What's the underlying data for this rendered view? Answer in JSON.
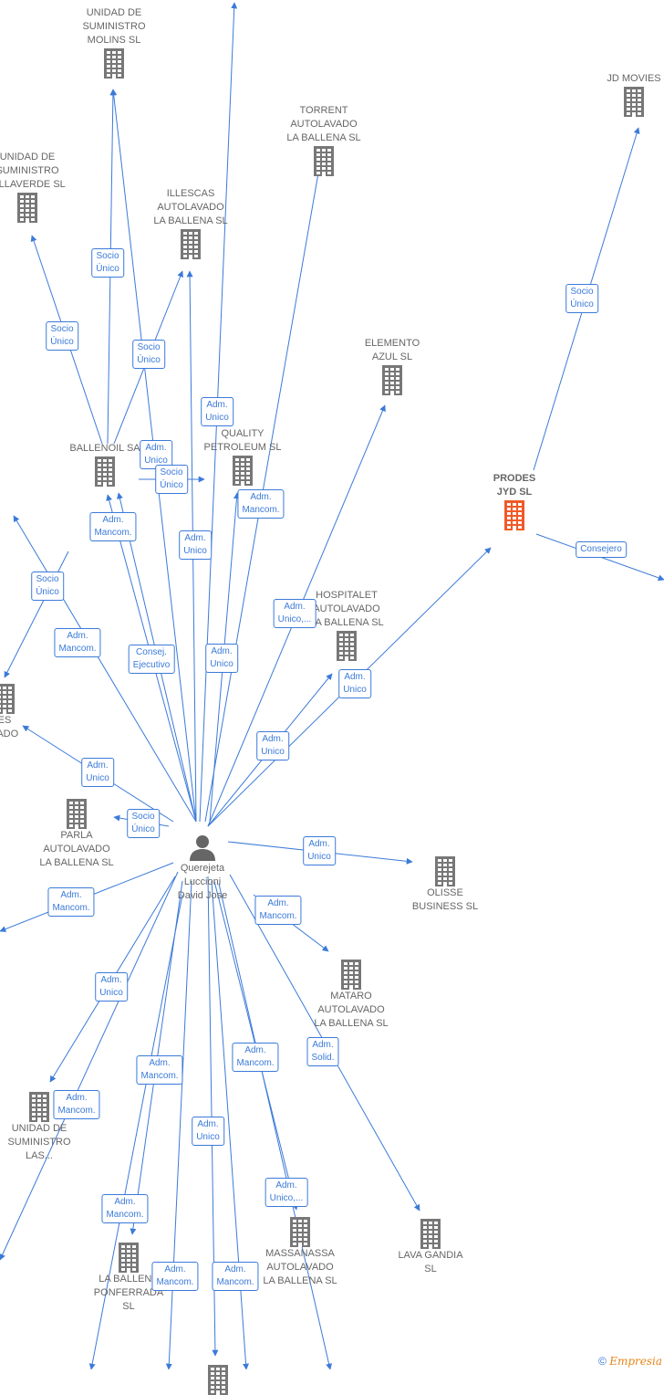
{
  "colors": {
    "edge": "#3b7ad9",
    "building": "#777777",
    "highlight": "#f05a28",
    "person": "#666666",
    "text": "#666666"
  },
  "center": {
    "name": "Querejeta\nLuccioni\nDavid Jose",
    "icon": "person-icon"
  },
  "companies": [
    {
      "id": "molins",
      "name": "UNIDAD DE\nSUMINISTRO\nMOLINS SL"
    },
    {
      "id": "villaverde",
      "name": "UNIDAD DE\nSUMINISTRO\nVILLAVERDE SL"
    },
    {
      "id": "torrent",
      "name": "TORRENT\nAUTOLAVADO\nLA BALLENA SL"
    },
    {
      "id": "illescas",
      "name": "ILLESCAS\nAUTOLAVADO\nLA BALLENA SL"
    },
    {
      "id": "jdmovies",
      "name": "JD MOVIES"
    },
    {
      "id": "elemento",
      "name": "ELEMENTO\nAZUL SL"
    },
    {
      "id": "ballenoil",
      "name": "BALLENOIL SA"
    },
    {
      "id": "quality",
      "name": "QUALITY\nPETROLEUM SL"
    },
    {
      "id": "prodes",
      "name": "PRODES\nJYD SL",
      "highlight": true
    },
    {
      "id": "hospitalet",
      "name": "HOSPITALET\nAUTOLAVADO\nLA BALLENA SL"
    },
    {
      "id": "leftcut",
      "name": "ES\nVADO"
    },
    {
      "id": "parla",
      "name": "PARLA\nAUTOLAVADO\nLA BALLENA SL"
    },
    {
      "id": "olisse",
      "name": "OLISSE\nBUSINESS SL"
    },
    {
      "id": "mataro",
      "name": "MATARO\nAUTOLAVADO\nLA BALLENA SL"
    },
    {
      "id": "las",
      "name": "UNIDAD DE\nSUMINISTRO\nLAS..."
    },
    {
      "id": "massanassa",
      "name": "MASSANASSA\nAUTOLAVADO\nLA BALLENA SL"
    },
    {
      "id": "lavagandia",
      "name": "LAVA GANDIA\nSL"
    },
    {
      "id": "ponferrada",
      "name": "LA BALLENA\nPONFERRADA\nSL"
    },
    {
      "id": "bottomcut",
      "name": ""
    }
  ],
  "edge_labels": [
    "Socio\nÚnico",
    "Socio\nÚnico",
    "Socio\nÚnico",
    "Adm.\nUnico",
    "Adm.\nUnico",
    "Socio\nÚnico",
    "Adm.\nMancom.",
    "Adm.\nMancom.",
    "Adm.\nUnico",
    "Socio\nÚnico",
    "Socio\nÚnico",
    "Consejero",
    "Adm.\nMancom.",
    "Consej.\nEjecutivo",
    "Adm.\nUnico",
    "Adm.\nUnico,...",
    "Adm.\nUnico",
    "Adm.\nUnico",
    "Adm.\nUnico",
    "Socio\nÚnico",
    "Adm.\nUnico",
    "Adm.\nMancom.",
    "Adm.\nMancom.",
    "Adm.\nUnico",
    "Adm.\nMancom.",
    "Adm.\nMancom.",
    "Adm.\nUnico",
    "Adm.\nMancom.",
    "Adm.\nSolid.",
    "Adm.\nUnico,...",
    "Adm.\nMancom.",
    "Adm.\nMancom.",
    "Adm.\nMancom."
  ],
  "watermark": {
    "copyright": "©",
    "brand": "Empresia"
  }
}
